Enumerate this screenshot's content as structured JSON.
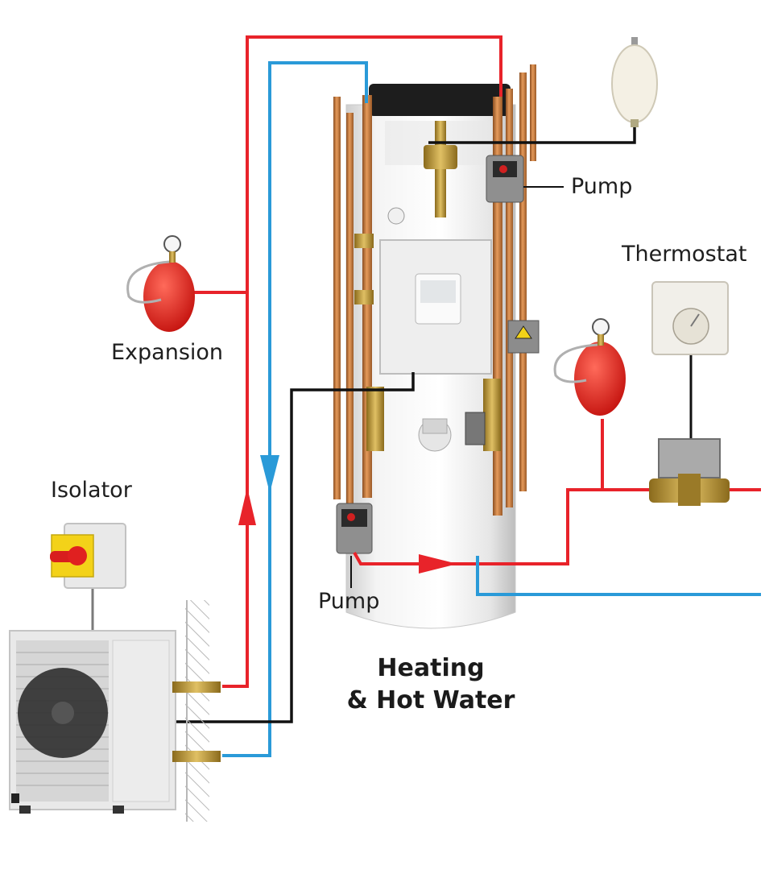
{
  "labels": {
    "pump_top": "Pump",
    "thermostat": "Thermostat",
    "expansion": "Expansion",
    "isolator": "Isolator",
    "pump_bottom": "Pump",
    "title_line1": "Heating",
    "title_line2": "& Hot Water"
  },
  "colors": {
    "flow": "#e8232a",
    "return": "#2a9ad8",
    "wire": "#111111",
    "copper": "#c97a3c",
    "expansion_vessel": "#e4241f"
  }
}
